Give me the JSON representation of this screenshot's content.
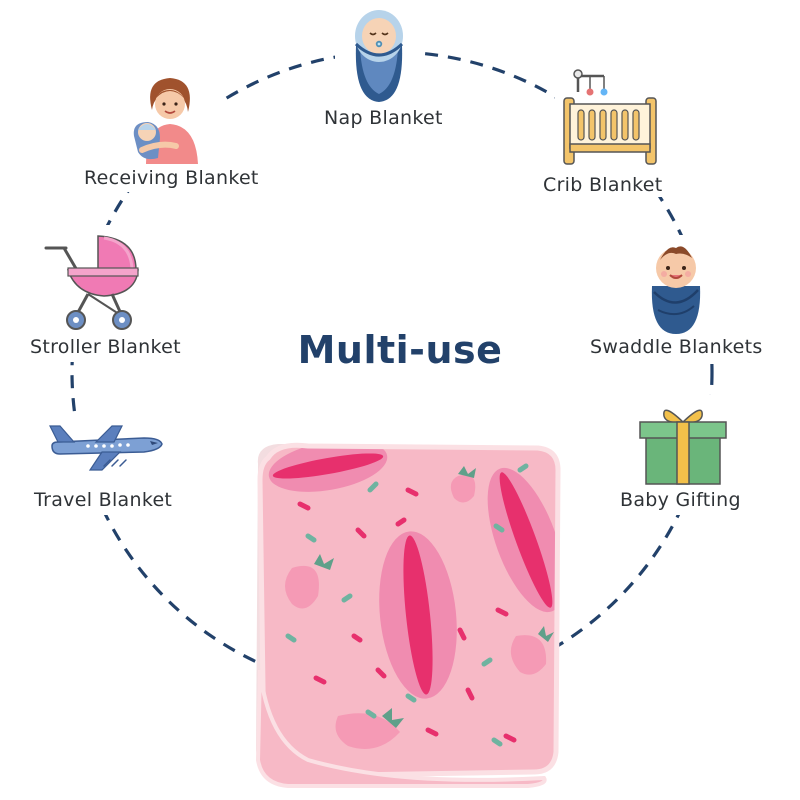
{
  "headline": "Multi-use",
  "uses": [
    {
      "label": "Nap Blanket",
      "icon": "swaddled-sleeping-baby-icon"
    },
    {
      "label": "Crib Blanket",
      "icon": "crib-icon"
    },
    {
      "label": "Swaddle Blankets",
      "icon": "swaddled-baby-icon"
    },
    {
      "label": "Baby Gifting",
      "icon": "gift-box-icon"
    },
    {
      "label": "Receiving Blanket",
      "icon": "mother-holding-baby-icon"
    },
    {
      "label": "Stroller Blanket",
      "icon": "stroller-icon"
    },
    {
      "label": "Travel Blanket",
      "icon": "airplane-icon"
    }
  ],
  "colors": {
    "headline": "#22416a",
    "dashed_circle": "#22416a",
    "label_text": "#2f3337",
    "blanket_pink": "#f7b9c6",
    "blanket_accent": "#e7306d"
  }
}
